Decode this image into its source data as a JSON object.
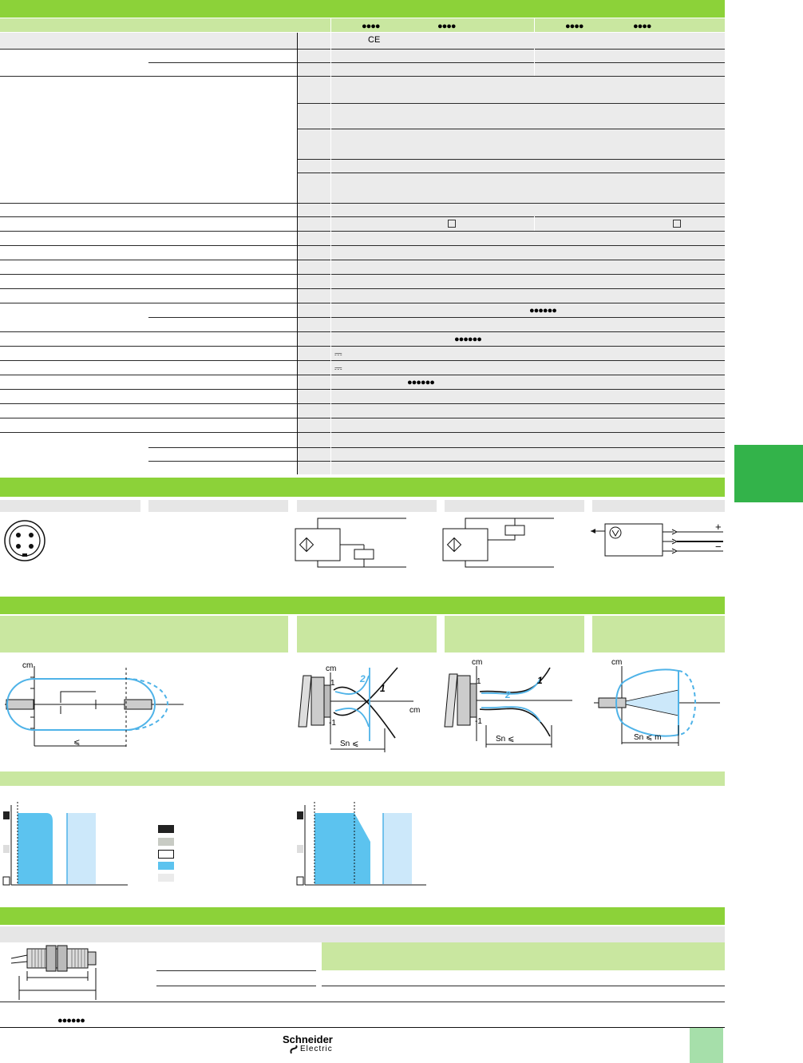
{
  "header": {
    "ce_mark": "CE",
    "col_a_codes": [
      "●●●●",
      "●●●●"
    ],
    "col_b_codes": [
      "●●●●",
      "●●●●"
    ]
  },
  "table": {
    "masked_codes": [
      "●●●●●●",
      "●●●●●●",
      "●●●●●●"
    ],
    "dc_symbol": "⎓"
  },
  "curves": {
    "unit_cm": "cm",
    "le_symbol": "⩽",
    "sn_le": "Sn ⩽",
    "sn_le_m": "Sn ⩽    m",
    "curve_label_1": "1",
    "curve_label_2": "2",
    "tick_pos": "1",
    "tick_neg": "-1"
  },
  "wiring": {
    "plus": "+",
    "minus": "−"
  },
  "footer": {
    "masked_code": "●●●●●●",
    "brand_line1": "Schneider",
    "brand_line2": "Electric"
  },
  "colors": {
    "green_dark": "#8cd239",
    "green_light": "#c9e7a0",
    "side_tab": "#33b34a",
    "blue_curve": "#4fb3e8",
    "blue_fill": "#5cc3ef",
    "blue_pale": "#cce8fa"
  }
}
